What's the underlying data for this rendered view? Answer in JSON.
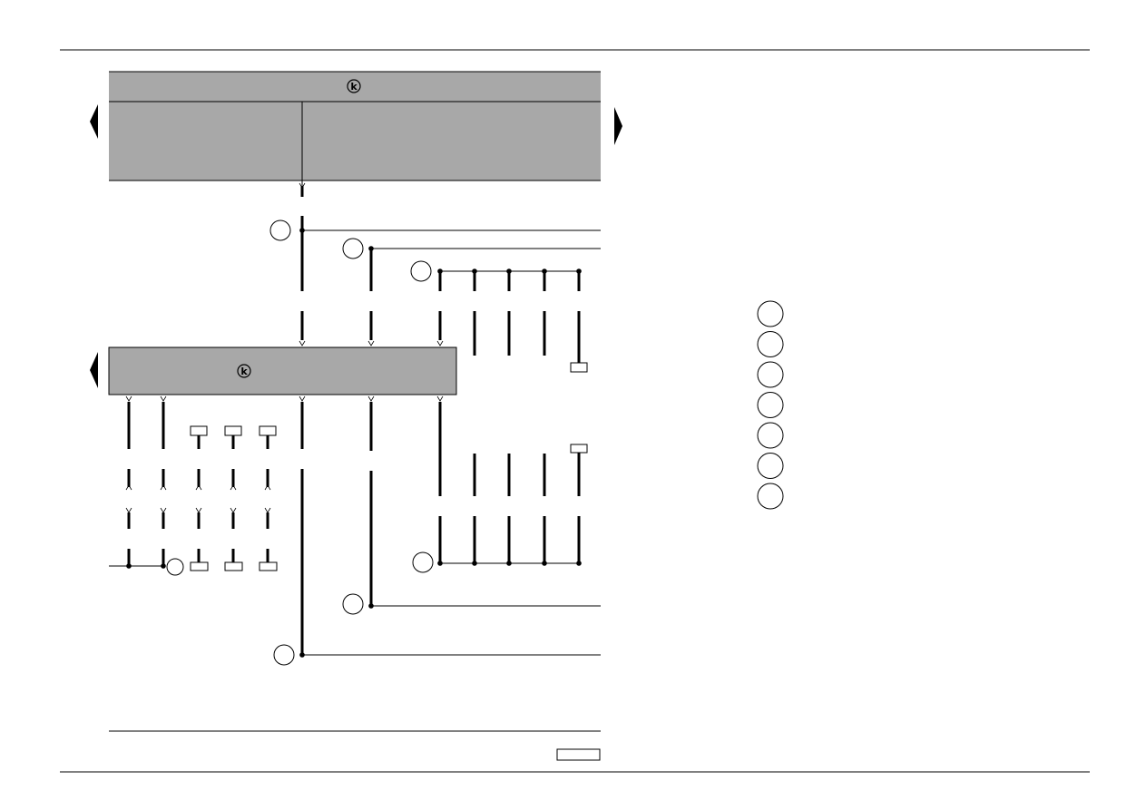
{
  "diagram": {
    "upper_block_symbol": "k",
    "lower_block_symbol": "k",
    "block_fill": "#a8a8a8",
    "line_color": "#000000",
    "legend_circle_count": 7
  }
}
